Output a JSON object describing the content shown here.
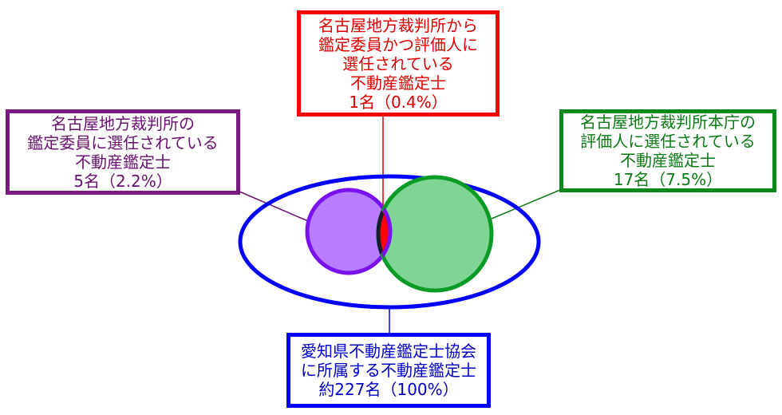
{
  "boxes": {
    "appraisal_and_evaluator": {
      "lines": [
        "名古屋地方裁判所から",
        "鑑定委員かつ評価人に",
        "選任されている",
        "不動産鑑定士",
        "1名（0.4%）"
      ],
      "color": "#ff0000"
    },
    "appraisal_committee": {
      "lines": [
        "名古屋地方裁判所の",
        "鑑定委員に選任されている",
        "不動産鑑定士",
        "5名（2.2%）"
      ],
      "color": "#7a1a80"
    },
    "evaluator": {
      "lines": [
        "名古屋地方裁判所本庁の",
        "評価人に選任されている",
        "不動産鑑定士",
        "17名（7.5%）"
      ],
      "color": "#0a8a1a"
    },
    "association": {
      "lines": [
        "愛知県不動産鑑定士協会",
        "に所属する不動産鑑定士",
        "約227名（100%）"
      ],
      "color": "#0000ff"
    }
  }
}
